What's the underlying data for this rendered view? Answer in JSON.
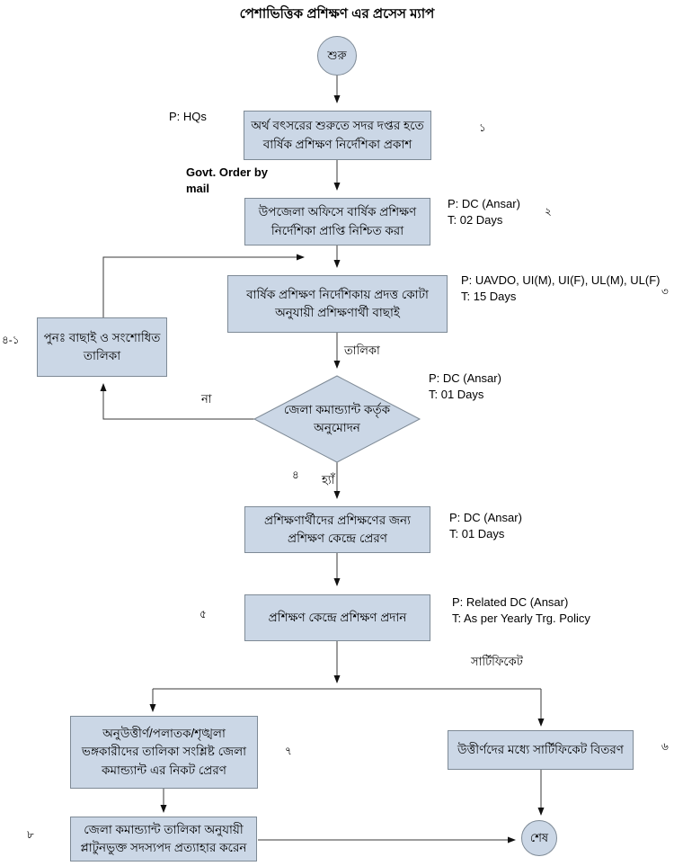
{
  "title": "পেশাভিত্তিক প্রশিক্ষণ এর প্রসেস ম্যাপ",
  "colors": {
    "node_fill": "#cbd7e6",
    "node_border": "#7e8a96",
    "line_color": "#3a3a3a",
    "text_color": "#000000",
    "bg": "#ffffff"
  },
  "nodes": {
    "start": {
      "label": "শুরু"
    },
    "end": {
      "label": "শেষ"
    },
    "publish": {
      "label": "অর্থ বৎসরের শুরুতে সদর দপ্তর হতে বার্ষিক প্রশিক্ষণ নির্দেশিকা প্রকাশ",
      "number": "১"
    },
    "ensure": {
      "label": "উপজেলা অফিসে বার্ষিক প্রশিক্ষণ নির্দেশিকা প্রাপ্তি নিশ্চিত করা",
      "number": "২"
    },
    "select": {
      "label": "বার্ষিক প্রশিক্ষণ নির্দেশিকায় প্রদত্ত কোটা অনুযায়ী প্রশিক্ষণার্থী বাছাই",
      "number": "৩"
    },
    "reselect": {
      "label": "পুনঃ  বাছাই ও সংশোধিত তালিকা",
      "number": "৪-১"
    },
    "approval": {
      "label": "জেলা কমান্ড্যান্ট কর্তৃক অনুমোদন",
      "number": "৪"
    },
    "send": {
      "label": "প্রশিক্ষণার্থীদের প্রশিক্ষণের জন্য প্রশিক্ষণ কেন্দ্রে প্রেরণ"
    },
    "train": {
      "label": "প্রশিক্ষণ কেন্দ্রে প্রশিক্ষণ প্রদান",
      "number": "৫"
    },
    "distribute": {
      "label": "উত্তীর্ণদের মধ্যে সার্টিফিকেট বিতরণ",
      "number": "৬"
    },
    "fail_list": {
      "label": "অনুউত্তীর্ণ/পলাতক/শৃঙ্খলা ভঙ্গকারীদের তালিকা সংশ্লিষ্ট  জেলা কমান্ড্যান্ট এর নিকট প্রেরণ",
      "number": "৭"
    },
    "withdraw": {
      "label": "জেলা কমান্ড্যান্ট তালিকা অনুযায়ী প্লাটুনভুক্ত সদস্যপদ প্রত্যাহার করেন",
      "number": "৮"
    }
  },
  "annotations": {
    "publish_actor": "P: HQs",
    "publish_medium": "Govt. Order by mail",
    "ensure": {
      "p": "P: DC (Ansar)",
      "t": "T: 02 Days"
    },
    "select": {
      "p": "P: UAVDO, UI(M), UI(F), UL(M), UL(F)",
      "t": "T: 15 Days"
    },
    "approval": {
      "p": "P: DC (Ansar)",
      "t": "T: 01 Days"
    },
    "send": {
      "p": "P: DC (Ansar)",
      "t": "T: 01 Days"
    },
    "train": {
      "p": "P: Related DC (Ansar)",
      "t": "T: As per Yearly Trg. Policy"
    }
  },
  "edge_labels": {
    "list": "তালিকা",
    "no": "না",
    "yes": "হ্যাঁ",
    "certificate": "সার্টিফিকেট"
  }
}
